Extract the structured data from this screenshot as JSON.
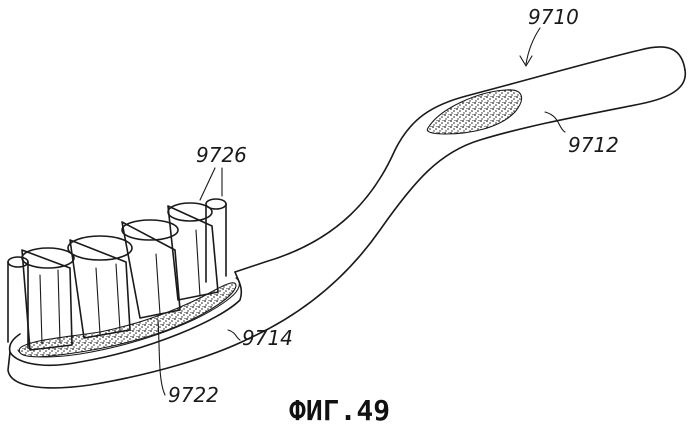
{
  "figure": {
    "caption": "ФИГ.49",
    "labels": {
      "toothbrush": "9710",
      "handle": "9712",
      "head": "9714",
      "grip_insert": "9722",
      "bristle_tufts": "9726"
    }
  },
  "colors": {
    "ink": "#1a1a1a",
    "background": "#ffffff"
  }
}
